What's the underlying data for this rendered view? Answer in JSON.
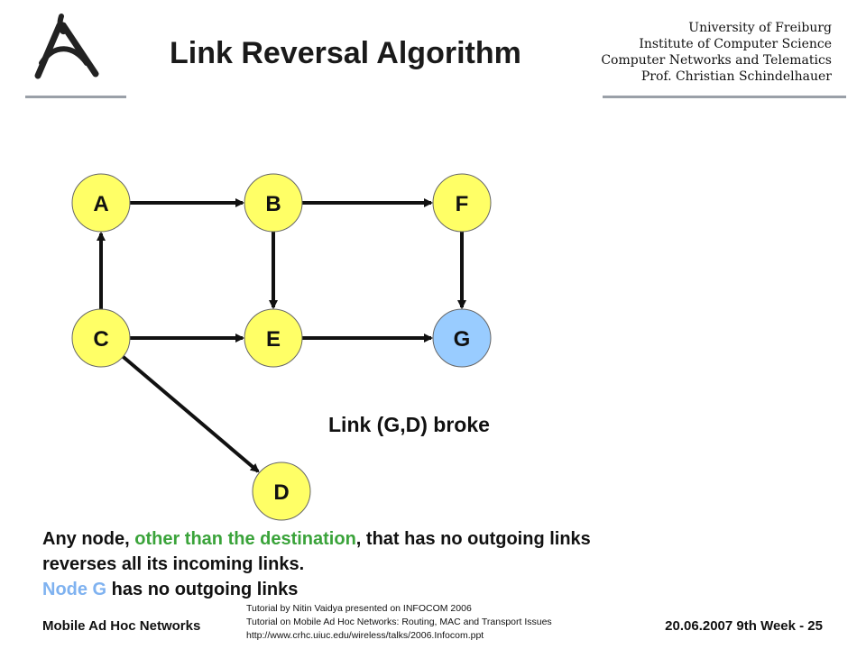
{
  "header": {
    "title": "Link Reversal Algorithm",
    "institution": [
      "University of Freiburg",
      "Institute of Computer Science",
      "Computer   Networks and Telematics",
      "Prof. Christian Schindelhauer"
    ]
  },
  "diagram": {
    "nodes": [
      {
        "id": "A",
        "label": "A",
        "fill": "#ffff66"
      },
      {
        "id": "B",
        "label": "B",
        "fill": "#ffff66"
      },
      {
        "id": "F",
        "label": "F",
        "fill": "#ffff66"
      },
      {
        "id": "C",
        "label": "C",
        "fill": "#ffff66"
      },
      {
        "id": "E",
        "label": "E",
        "fill": "#ffff66"
      },
      {
        "id": "G",
        "label": "G",
        "fill": "#99ccff"
      },
      {
        "id": "D",
        "label": "D",
        "fill": "#ffff66"
      }
    ],
    "edges": [
      {
        "from": "A",
        "to": "B"
      },
      {
        "from": "B",
        "to": "F"
      },
      {
        "from": "C",
        "to": "A"
      },
      {
        "from": "B",
        "to": "E"
      },
      {
        "from": "F",
        "to": "G"
      },
      {
        "from": "C",
        "to": "E"
      },
      {
        "from": "E",
        "to": "G"
      },
      {
        "from": "C",
        "to": "D"
      }
    ],
    "status": "Link (G,D) broke"
  },
  "body": {
    "line1_a": "Any node, ",
    "line1_b": "other than the destination",
    "line1_c": ", that has no outgoing links",
    "line2": "reverses all its incoming links.",
    "line3_a": "Node G",
    "line3_b": " has no outgoing links"
  },
  "footer": {
    "left": "Mobile Ad Hoc Networks",
    "tutorial": [
      "Tutorial by Nitin Vaidya presented on INFOCOM  2006",
      "Tutorial on Mobile Ad Hoc Networks: Routing, MAC and Transport Issues",
      "http://www.crhc.uiuc.edu/wireless/talks/2006.Infocom.ppt"
    ],
    "right": "20.06.2007  9th Week - 25"
  },
  "colors": {
    "node_yellow": "#ffff66",
    "node_blue": "#99ccff",
    "highlight_green": "#3aa33a",
    "highlight_blue": "#7fb2f0"
  }
}
